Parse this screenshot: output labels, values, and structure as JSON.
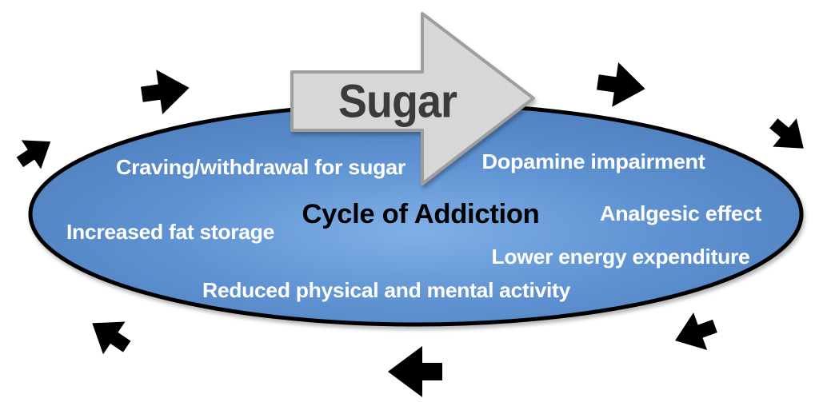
{
  "diagram": {
    "background_color": "#ffffff",
    "sugar_arrow": {
      "label": "Sugar",
      "fill": "#d7d7d7",
      "border": "#9e9e9e",
      "text_color": "#3b3b3b"
    },
    "ellipse": {
      "title": "Cycle of Addiction",
      "title_color": "#000000",
      "border_color": "#000000",
      "gradient_center": "#7fb0e6",
      "gradient_mid": "#5f92d2",
      "gradient_edge": "#4878b6"
    },
    "item_text_color": "#ffffff",
    "cycle_items": [
      {
        "label": "Craving/withdrawal for sugar"
      },
      {
        "label": "Dopamine impairment"
      },
      {
        "label": "Analgesic effect"
      },
      {
        "label": "Increased fat storage"
      },
      {
        "label": "Lower energy expenditure"
      },
      {
        "label": "Reduced physical and mental activity"
      }
    ],
    "cycle_arrows": {
      "color": "#000000",
      "direction": "clockwise",
      "count": 7,
      "positions": [
        "left",
        "top-left",
        "top-right",
        "right",
        "bottom-right",
        "bottom",
        "bottom-left"
      ]
    }
  }
}
